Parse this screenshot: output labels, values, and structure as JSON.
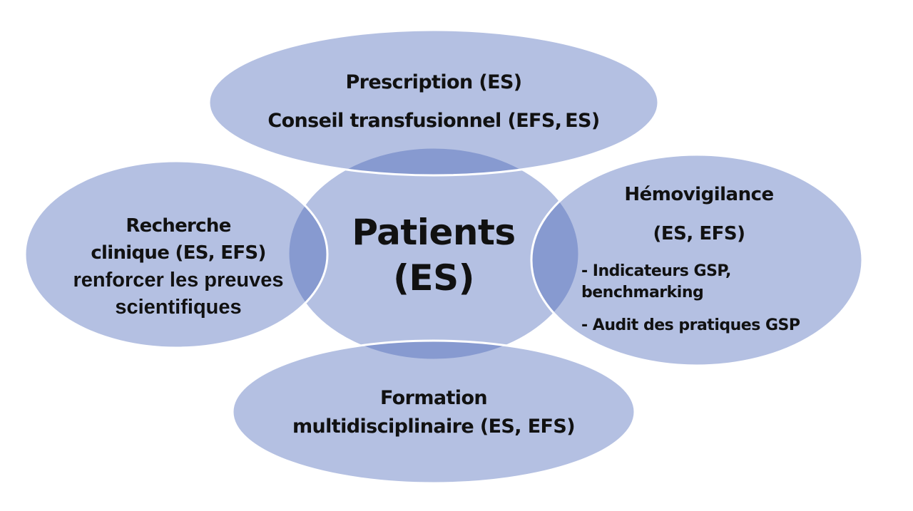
{
  "diagram": {
    "type": "overlapping-ellipses",
    "colors": {
      "ellipse_fill": "#b4c0e2",
      "overlap_fill": "#8798cc",
      "outline": "#ffffff",
      "text": "#111111",
      "background": "#ffffff"
    },
    "center": {
      "lines": [
        "Patients",
        "(ES)"
      ]
    },
    "top": {
      "lines": [
        "Prescription (ES)",
        "Conseil transfusionnel (EFS, ES)"
      ]
    },
    "left": {
      "lines": [
        "Recherche",
        "clinique (ES, EFS)",
        "renforcer les preuves",
        "scientifiques"
      ]
    },
    "right": {
      "title_lines": [
        "Hémovigilance",
        "(ES, EFS)"
      ],
      "items": [
        "- Indicateurs GSP,",
        "benchmarking",
        "- Audit des pratiques GSP"
      ]
    },
    "bottom": {
      "lines": [
        "Formation",
        "multidisciplinaire (ES, EFS)"
      ]
    }
  }
}
